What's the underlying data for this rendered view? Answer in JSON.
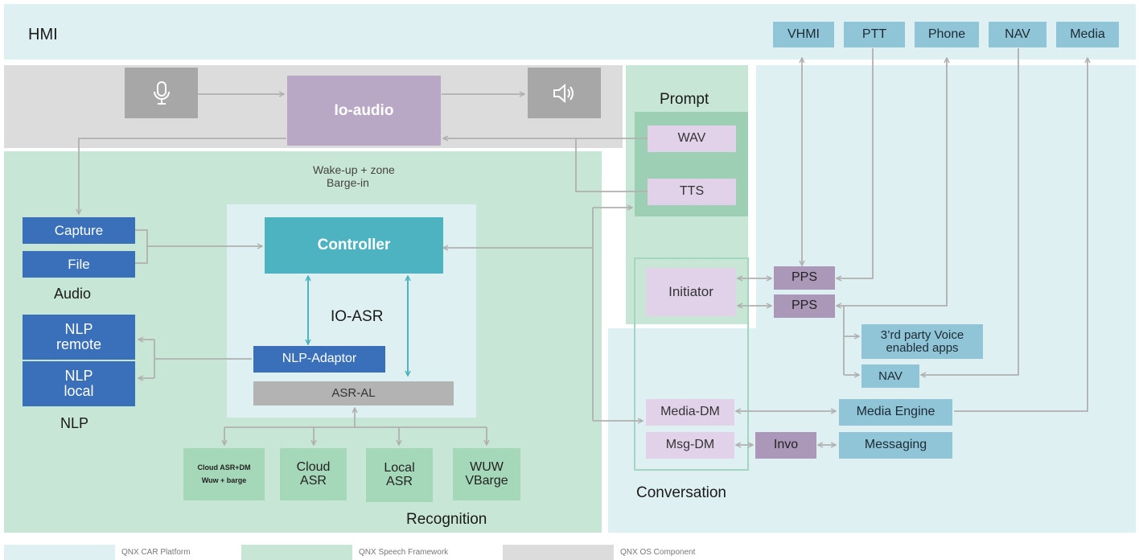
{
  "hmi": {
    "title": "HMI",
    "buttons": [
      "VHMI",
      "PTT",
      "Phone",
      "NAV",
      "Media"
    ]
  },
  "os_component": {
    "mic_icon": "microphone-icon",
    "speaker_icon": "speaker-icon",
    "io_audio": "Io-audio"
  },
  "prompt": {
    "title": "Prompt",
    "wav": "WAV",
    "tts": "TTS"
  },
  "speech": {
    "wakeup_line1": "Wake-up + zone",
    "wakeup_line2": "Barge-in",
    "capture": "Capture",
    "file": "File",
    "audio_label": "Audio",
    "nlp_remote_1": "NLP",
    "nlp_remote_2": "remote",
    "nlp_local_1": "NLP",
    "nlp_local_2": "local",
    "nlp_label": "NLP",
    "controller": "Controller",
    "io_asr": "IO-ASR",
    "nlp_adaptor": "NLP-Adaptor",
    "asr_al": "ASR-AL",
    "cloud_dm_1": "Cloud ASR+DM",
    "cloud_dm_2": "Wuw + barge",
    "cloud_asr_1": "Cloud",
    "cloud_asr_2": "ASR",
    "local_asr_1": "Local",
    "local_asr_2": "ASR",
    "wuw_1": "WUW",
    "wuw_2": "VBarge",
    "recognition_label": "Recognition"
  },
  "conversation": {
    "initiator": "Initiator",
    "pps1": "PPS",
    "pps2": "PPS",
    "third_party_1": "3’rd party Voice",
    "third_party_2": "enabled apps",
    "nav": "NAV",
    "media_dm": "Media-DM",
    "media_engine": "Media Engine",
    "msg_dm": "Msg-DM",
    "invo": "Invo",
    "messaging": "Messaging",
    "label": "Conversation"
  },
  "legend": [
    {
      "label": "QNX CAR Platform",
      "color": "#dff0f2"
    },
    {
      "label": "QNX Speech Framework",
      "color": "#c8e6d6"
    },
    {
      "label": "QNX OS Component",
      "color": "#dcdcdc"
    }
  ]
}
